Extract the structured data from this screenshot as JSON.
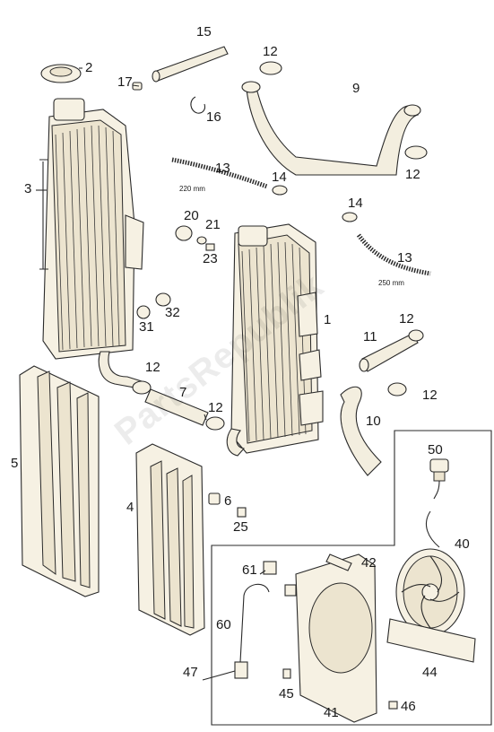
{
  "callouts": {
    "n2": "2",
    "n3": "3",
    "n4": "4",
    "n5": "5",
    "n6": "6",
    "n7": "7",
    "n9": "9",
    "n10": "10",
    "n11": "11",
    "n12a": "12",
    "n12b": "12",
    "n12c": "12",
    "n12d": "12",
    "n12e": "12",
    "n12f": "12",
    "n13a": "13",
    "n13b": "13",
    "n14a": "14",
    "n14b": "14",
    "n15": "15",
    "n16": "16",
    "n17": "17",
    "n20": "20",
    "n21": "21",
    "n23": "23",
    "n25": "25",
    "n31": "31",
    "n32": "32",
    "n1": "1",
    "n40": "40",
    "n41": "41",
    "n42": "42",
    "n44": "44",
    "n45": "45",
    "n46": "46",
    "n47": "47",
    "n50": "50",
    "n60": "60",
    "n61": "61"
  },
  "dimensions": {
    "hose_left": "220 mm",
    "hose_right": "250 mm"
  },
  "watermark": "PartsRepublik"
}
